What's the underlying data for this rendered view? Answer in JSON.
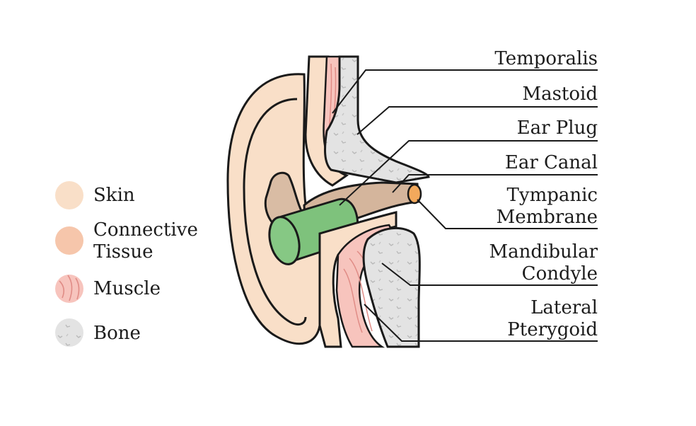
{
  "legend": {
    "items": [
      {
        "label": "Skin",
        "color": "#f9dfc8",
        "pattern": "solid"
      },
      {
        "label": "Connective Tissue",
        "label_lines": [
          "Connective",
          "Tissue"
        ],
        "color": "#f6c6ab",
        "pattern": "solid"
      },
      {
        "label": "Muscle",
        "color": "#f7c4bd",
        "pattern": "striated"
      },
      {
        "label": "Bone",
        "color": "#e3e3e3",
        "pattern": "speckled"
      }
    ]
  },
  "callouts": [
    {
      "label": "Temporalis",
      "lines": [
        "Temporalis"
      ]
    },
    {
      "label": "Mastoid",
      "lines": [
        "Mastoid"
      ]
    },
    {
      "label": "Ear Plug",
      "lines": [
        "Ear Plug"
      ]
    },
    {
      "label": "Ear Canal",
      "lines": [
        "Ear Canal"
      ]
    },
    {
      "label": "Tympanic Membrane",
      "lines": [
        "Tympanic",
        "Membrane"
      ]
    },
    {
      "label": "Mandibular Condyle",
      "lines": [
        "Mandibular",
        "Condyle"
      ]
    },
    {
      "label": "Lateral Pterygoid",
      "lines": [
        "Lateral",
        "Pterygoid"
      ]
    }
  ],
  "colors": {
    "outline": "#1a1a1a",
    "skin": "#f9dfc8",
    "connective": "#f6c6ab",
    "muscle": "#f7c4bd",
    "bone": "#e3e3e3",
    "ear_plug": "#7ec27c",
    "ear_canal": "#d4b59c",
    "tympanic": "#f3a95c"
  }
}
